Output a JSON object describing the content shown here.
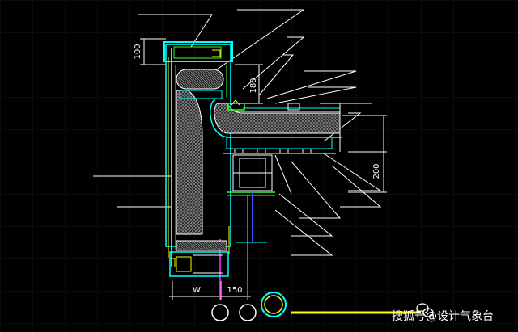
{
  "dimensions": {
    "dim_100": "100",
    "dim_180": "180",
    "dim_200": "200",
    "dim_w": "W",
    "dim_150": "150"
  },
  "watermark": {
    "text": "搜狐号@设计气象台",
    "icon": "wechat-logo-icon"
  },
  "colors": {
    "background": "#000000",
    "grid": "#1a1a1a",
    "leader": "#ffffff",
    "frame": "#00ffff",
    "green": "#33ff33",
    "yellow": "#ffff00",
    "magenta": "#ff33ff",
    "blue": "#3355ff",
    "insulation": "#9a9a9a"
  }
}
